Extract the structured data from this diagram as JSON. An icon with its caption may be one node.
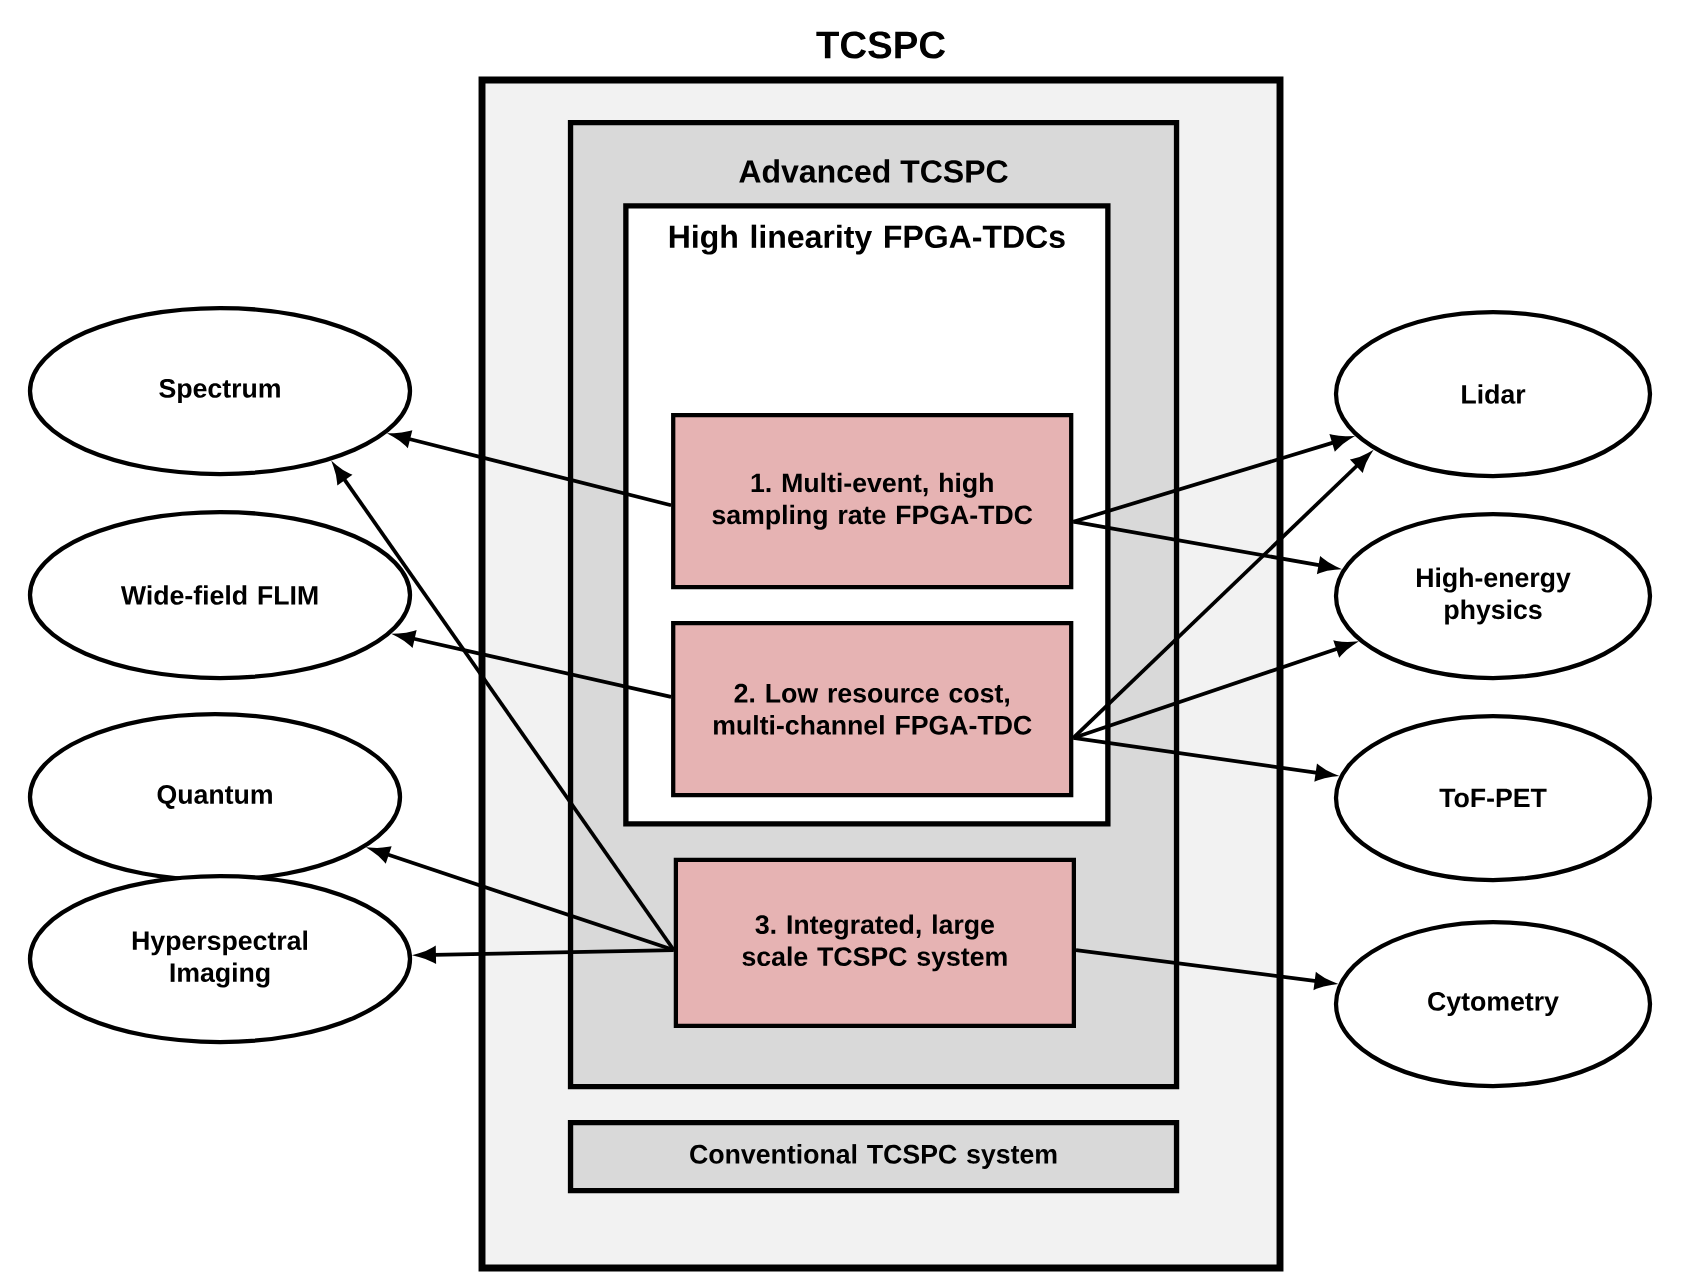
{
  "diagram": {
    "nodes": [
      {
        "text": [
          "TCSPC"
        ]
      },
      {
        "text": [
          "Advanced TCSPC"
        ],
        "in": 0
      },
      {
        "text": [
          "High linearity FPGA-TDCs"
        ],
        "in": 1
      },
      {
        "text": [
          "1. Multi-event, high sampling rate FPGA-TDC"
        ],
        "in": 2
      },
      {
        "text": [
          "2. Low resource cost, multi-channel FPGA-TDC"
        ],
        "in": 2
      },
      {
        "text": [
          "3. Integrated, large scale TCSPC system"
        ],
        "in": 1
      },
      {
        "text": [
          "Conventional TCSPC system"
        ],
        "in": 0
      },
      {
        "text": [
          "Spectrum"
        ]
      },
      {
        "text": [
          "Wide-field FLIM"
        ]
      },
      {
        "text": [
          "Quantum"
        ]
      },
      {
        "text": [
          "Hyperspectral Imaging"
        ]
      },
      {
        "text": [
          "Lidar"
        ]
      },
      {
        "text": [
          "High-energy physics"
        ]
      },
      {
        "text": [
          "ToF-PET"
        ]
      },
      {
        "text": [
          "Cytometry"
        ]
      }
    ],
    "edges": [
      {
        "from": 3,
        "to": 7,
        "arrow": "to"
      },
      {
        "from": 3,
        "to": 11,
        "arrow": "to"
      },
      {
        "from": 3,
        "to": 12,
        "arrow": "to"
      },
      {
        "from": 4,
        "to": 8,
        "arrow": "to"
      },
      {
        "from": 4,
        "to": 11,
        "arrow": "to"
      },
      {
        "from": 4,
        "to": 12,
        "arrow": "to"
      },
      {
        "from": 4,
        "to": 13,
        "arrow": "to"
      },
      {
        "from": 5,
        "to": 7,
        "arrow": "to"
      },
      {
        "from": 5,
        "to": 9,
        "arrow": "to"
      },
      {
        "from": 5,
        "to": 10,
        "arrow": "to"
      },
      {
        "from": 5,
        "to": 14,
        "arrow": "to"
      }
    ]
  }
}
